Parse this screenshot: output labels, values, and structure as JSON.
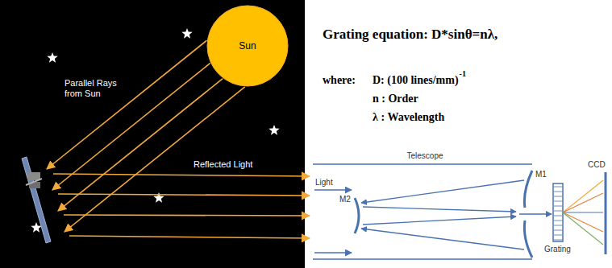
{
  "diagram": {
    "nodes": [
      {
        "text": [
          "Sun"
        ]
      },
      {
        "text": [
          "Telescope"
        ]
      }
    ],
    "labels": [
      "Parallel Rays from Sun",
      "Reflected Light",
      "Grating equation: D*sinθ=nλ,",
      "where:",
      "D: (100 lines/mm)",
      "-1",
      "n : Order",
      "λ : Wavelength",
      "Light",
      "M1",
      "M2",
      "Grating",
      "CCD"
    ]
  }
}
